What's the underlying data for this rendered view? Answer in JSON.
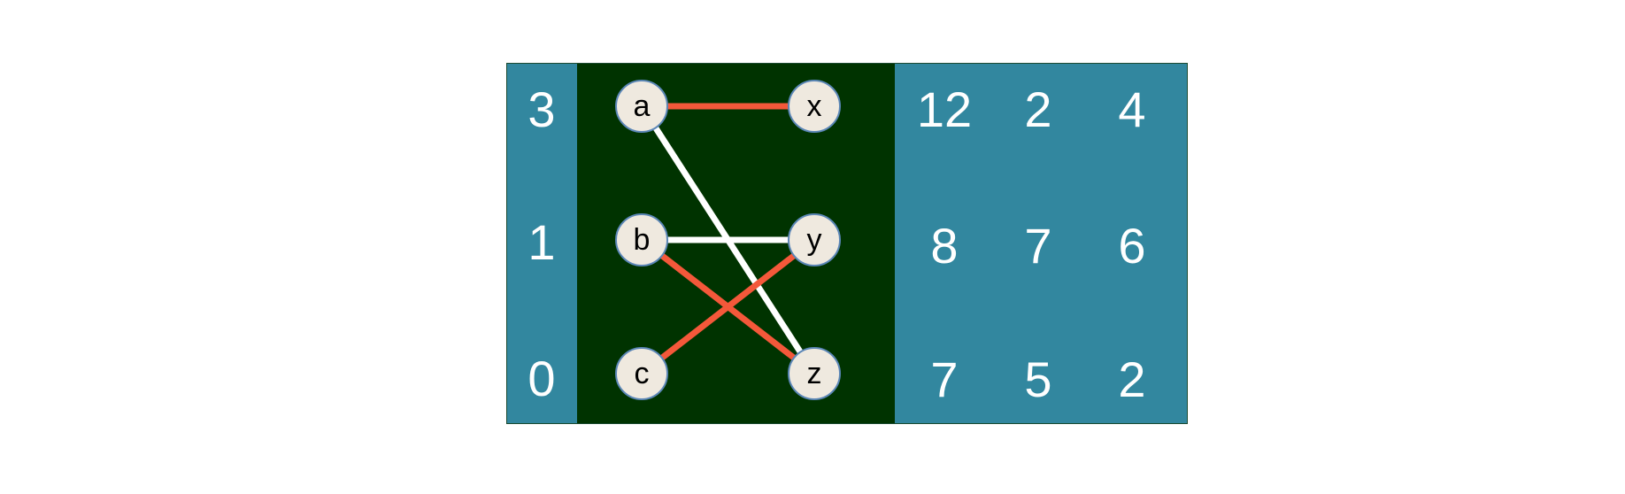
{
  "labels": {
    "left": [
      "3",
      "1",
      "0"
    ],
    "right": [
      [
        "12",
        "2",
        "4"
      ],
      [
        "8",
        "7",
        "6"
      ],
      [
        "7",
        "5",
        "2"
      ]
    ]
  },
  "nodes": {
    "left": [
      "a",
      "b",
      "c"
    ],
    "right": [
      "x",
      "y",
      "z"
    ]
  },
  "edges": [
    {
      "from": "a",
      "to": "x",
      "color": "#f4583a"
    },
    {
      "from": "a",
      "to": "z",
      "color": "#ffffff"
    },
    {
      "from": "b",
      "to": "y",
      "color": "#ffffff"
    },
    {
      "from": "b",
      "to": "z",
      "color": "#f4583a"
    },
    {
      "from": "c",
      "to": "y",
      "color": "#f4583a"
    }
  ],
  "colors": {
    "panel": "#32879f",
    "graph_bg": "#003300",
    "matched_edge": "#f4583a",
    "unmatched_edge": "#ffffff",
    "node_fill": "#efe9df",
    "node_stroke": "#5b86b6"
  }
}
